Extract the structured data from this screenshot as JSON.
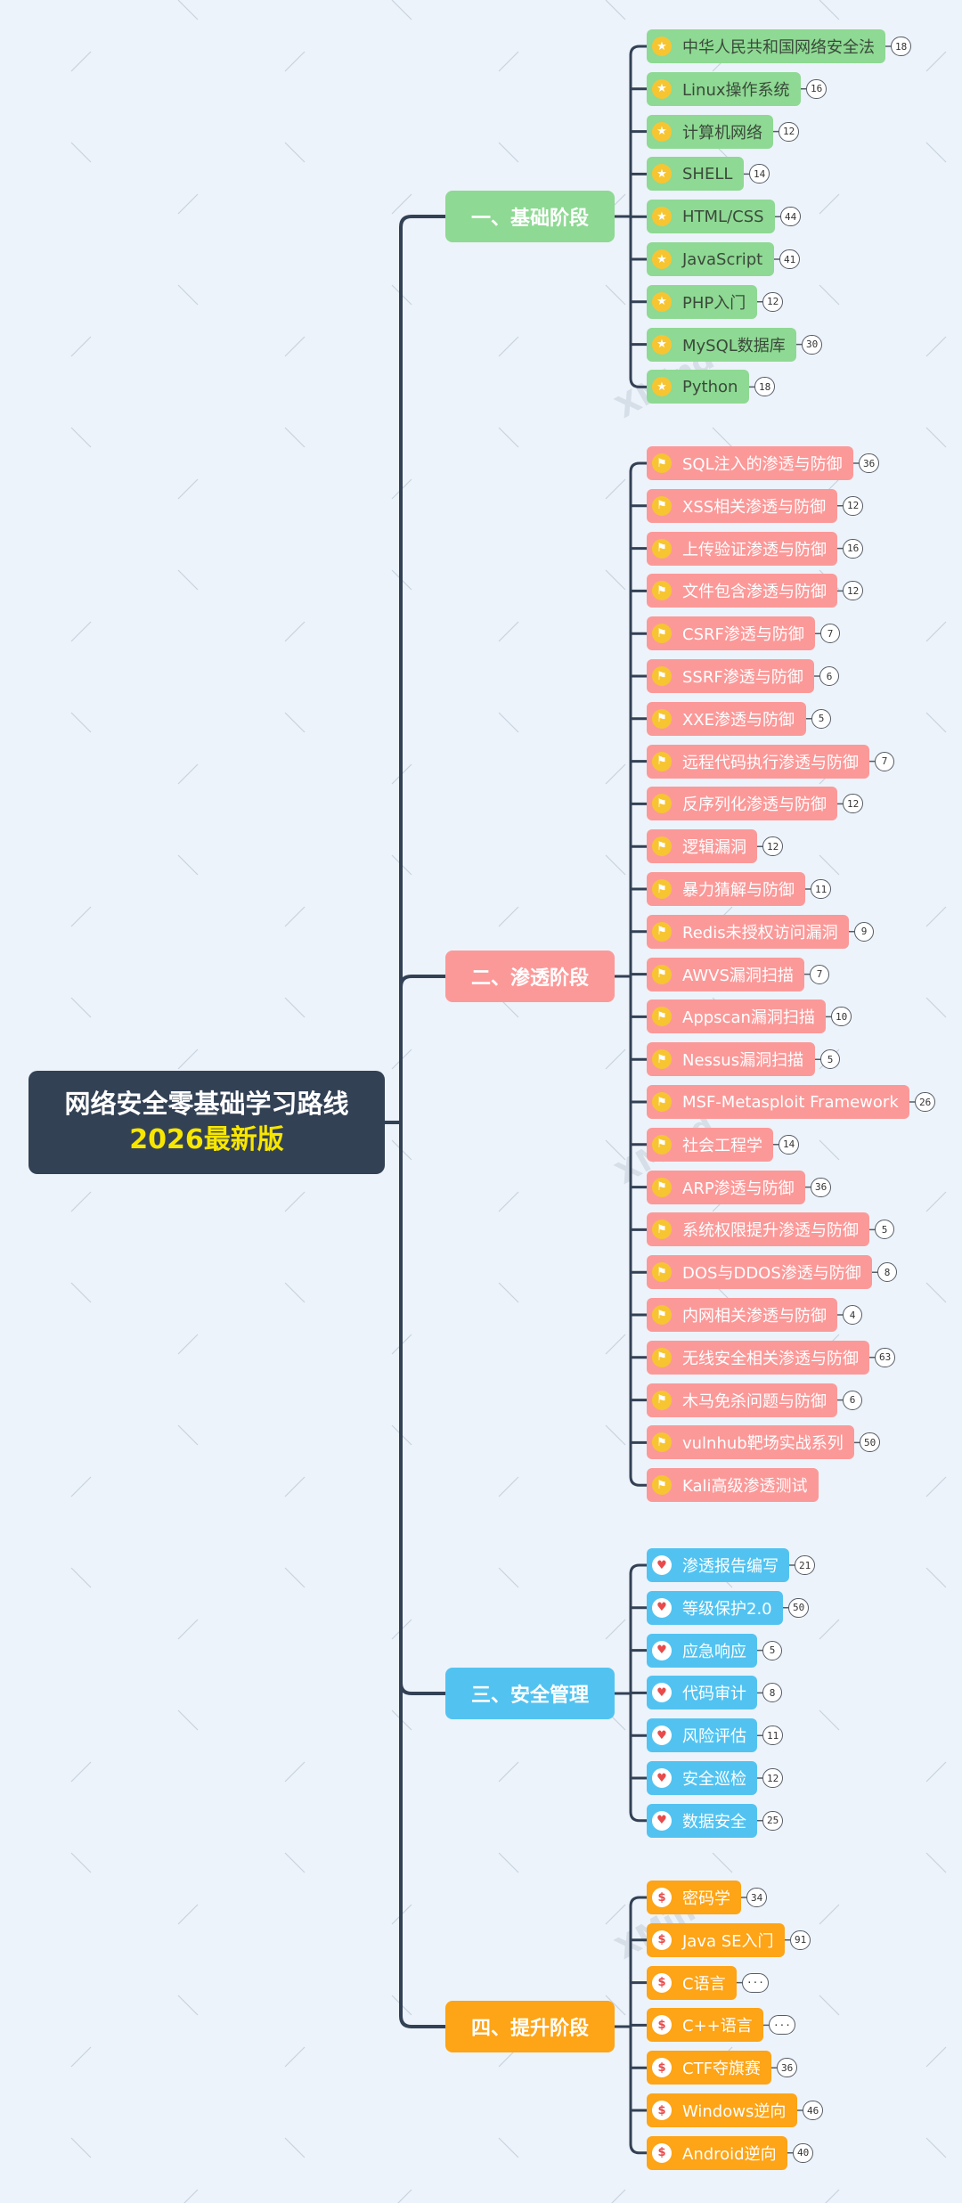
{
  "root": {
    "title_line1": "网络安全零基础学习路线",
    "title_line2": "2026最新版"
  },
  "watermark_text": "XMind",
  "stages": [
    {
      "label": "一、基础阶段",
      "color": "#8ed993",
      "text_color": "#3a4a3a",
      "icon": "star-icon",
      "icon_glyph": "★",
      "items": [
        {
          "label": "中华人民共和国网络安全法",
          "count": "18"
        },
        {
          "label": "Linux操作系统",
          "count": "16"
        },
        {
          "label": "计算机网络",
          "count": "12"
        },
        {
          "label": "SHELL",
          "count": "14"
        },
        {
          "label": "HTML/CSS",
          "count": "44"
        },
        {
          "label": "JavaScript",
          "count": "41"
        },
        {
          "label": "PHP入门",
          "count": "12"
        },
        {
          "label": "MySQL数据库",
          "count": "30"
        },
        {
          "label": "Python",
          "count": "18"
        }
      ]
    },
    {
      "label": "二、渗透阶段",
      "color": "#fb9999",
      "text_color": "#ffffff",
      "icon": "flag-icon",
      "icon_glyph": "⚑",
      "items": [
        {
          "label": "SQL注入的渗透与防御",
          "count": "36"
        },
        {
          "label": "XSS相关渗透与防御",
          "count": "12"
        },
        {
          "label": "上传验证渗透与防御",
          "count": "16"
        },
        {
          "label": "文件包含渗透与防御",
          "count": "12"
        },
        {
          "label": "CSRF渗透与防御",
          "count": "7"
        },
        {
          "label": "SSRF渗透与防御",
          "count": "6"
        },
        {
          "label": "XXE渗透与防御",
          "count": "5"
        },
        {
          "label": "远程代码执行渗透与防御",
          "count": "7"
        },
        {
          "label": "反序列化渗透与防御",
          "count": "12"
        },
        {
          "label": "逻辑漏洞",
          "count": "12"
        },
        {
          "label": "暴力猜解与防御",
          "count": "11"
        },
        {
          "label": "Redis未授权访问漏洞",
          "count": "9"
        },
        {
          "label": "AWVS漏洞扫描",
          "count": "7"
        },
        {
          "label": "Appscan漏洞扫描",
          "count": "10"
        },
        {
          "label": "Nessus漏洞扫描",
          "count": "5"
        },
        {
          "label": "MSF-Metasploit Framework",
          "count": "26"
        },
        {
          "label": "社会工程学",
          "count": "14"
        },
        {
          "label": "ARP渗透与防御",
          "count": "36"
        },
        {
          "label": "系统权限提升渗透与防御",
          "count": "5"
        },
        {
          "label": "DOS与DDOS渗透与防御",
          "count": "8"
        },
        {
          "label": "内网相关渗透与防御",
          "count": "4"
        },
        {
          "label": "无线安全相关渗透与防御",
          "count": "63"
        },
        {
          "label": "木马免杀问题与防御",
          "count": "6"
        },
        {
          "label": "vulnhub靶场实战系列",
          "count": "50"
        },
        {
          "label": "Kali高级渗透测试",
          "count": ""
        }
      ]
    },
    {
      "label": "三、安全管理",
      "color": "#52c3f1",
      "text_color": "#ffffff",
      "icon": "heart-icon",
      "icon_glyph": "♥",
      "items": [
        {
          "label": "渗透报告编写",
          "count": "21"
        },
        {
          "label": "等级保护2.0",
          "count": "50"
        },
        {
          "label": "应急响应",
          "count": "5"
        },
        {
          "label": "代码审计",
          "count": "8"
        },
        {
          "label": "风险评估",
          "count": "11"
        },
        {
          "label": "安全巡检",
          "count": "12"
        },
        {
          "label": "数据安全",
          "count": "25"
        }
      ]
    },
    {
      "label": "四、提升阶段",
      "color": "#fda417",
      "text_color": "#ffffff",
      "icon": "dollar-icon",
      "icon_glyph": "$",
      "items": [
        {
          "label": "密码学",
          "count": "34"
        },
        {
          "label": "Java SE入门",
          "count": "91"
        },
        {
          "label": "C语言",
          "count": "···"
        },
        {
          "label": "C++语言",
          "count": "···"
        },
        {
          "label": "CTF夺旗赛",
          "count": "36"
        },
        {
          "label": "Windows逆向",
          "count": "46"
        },
        {
          "label": "Android逆向",
          "count": "40"
        }
      ]
    }
  ]
}
